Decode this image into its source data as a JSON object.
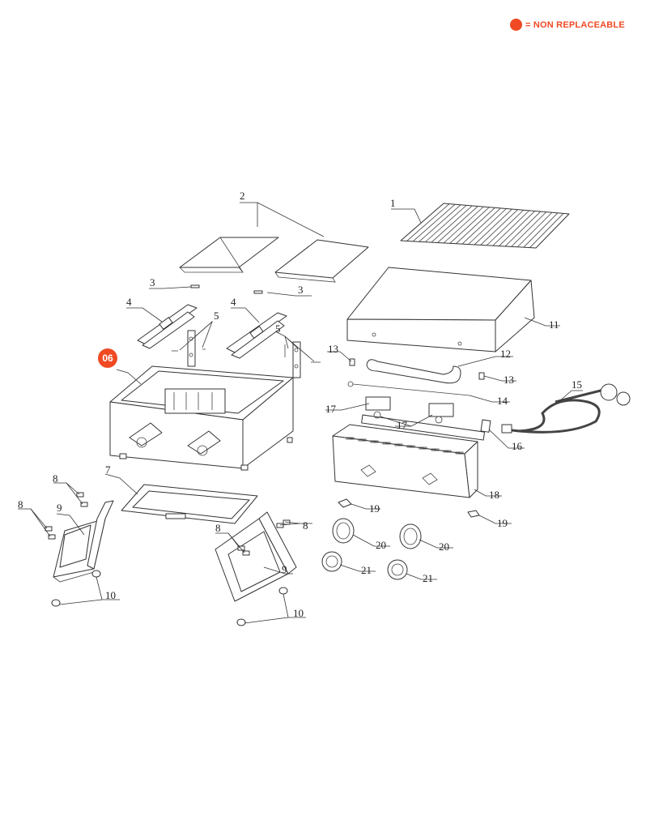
{
  "legend": {
    "text": "= NON REPLACEABLE",
    "color": "#ef4a23"
  },
  "highlight": {
    "label": "06",
    "color": "#ef4a23"
  },
  "callouts": {
    "c1": "1",
    "c2": "2",
    "c3a": "3",
    "c3b": "3",
    "c4a": "4",
    "c4b": "4",
    "c5a": "5",
    "c5b": "5",
    "c7": "7",
    "c8a": "8",
    "c8b": "8",
    "c8c": "8",
    "c8d": "8",
    "c9a": "9",
    "c9b": "9",
    "c10a": "10",
    "c10b": "10",
    "c11": "11",
    "c12": "12",
    "c13a": "13",
    "c13b": "13",
    "c14": "14",
    "c15": "15",
    "c16": "16",
    "c17a": "17",
    "c17b": "17",
    "c18": "18",
    "c19a": "19",
    "c19b": "19",
    "c20a": "20",
    "c20b": "20",
    "c21a": "21",
    "c21b": "21"
  }
}
